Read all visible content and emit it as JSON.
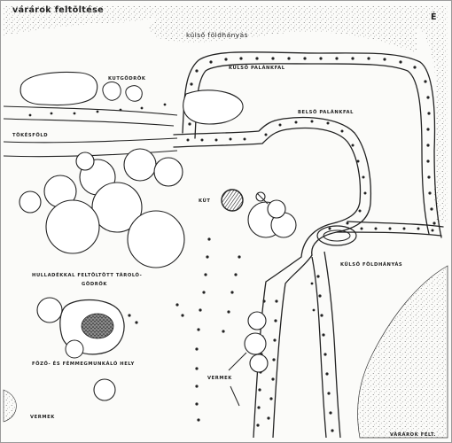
{
  "map": {
    "title": "várárok feltöltése",
    "north_marker": "É",
    "labels": {
      "kulso_foldhanyas_top": "külső földhányás",
      "kulso_palankfal": "KÜLSŐ PALÁNKFAL",
      "kutgodrok": "KUTGÖDRÖK",
      "belso_palankfal": "BELSŐ PALÁNKFAL",
      "tokesfold": "TÖKÉSFÖLD",
      "kut": "KÚT",
      "kulso_foldhanyas_right": "KÜLSŐ FÖLDHÁNYÁS",
      "hulladek_line1": "HULLADÉKKAL FELTÖLTÖTT TÁROLÓ-",
      "hulladek_line2": "GÖDRÖK",
      "fozo_line": "FŐZŐ- ÉS FÉMMEGMUNKÁLÓ HELY",
      "vermek_center": "VERMEK",
      "vermek_left": "VERMEK",
      "vararok_felt": "VÁRÁROK FELT."
    },
    "colors": {
      "ink": "#222222",
      "hatch": "#555555",
      "background": "#fbfbf9"
    }
  }
}
